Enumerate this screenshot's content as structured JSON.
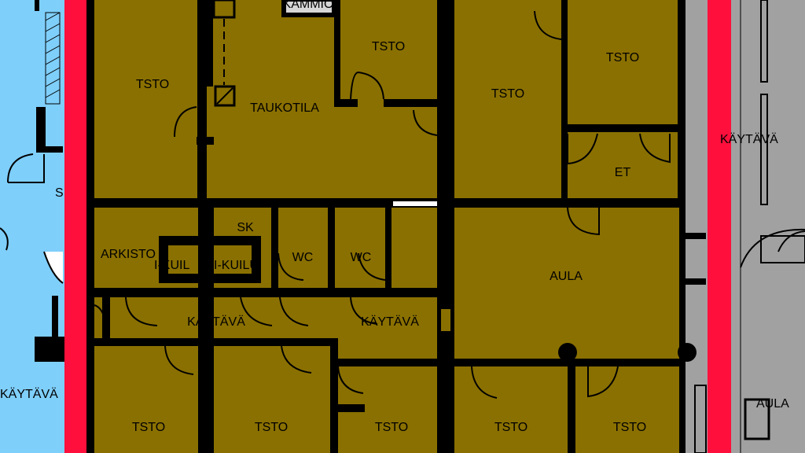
{
  "colors": {
    "left_zone": "#7fcffb",
    "highlight_border": "#ff0f3c",
    "rooms_fill": "#8a7000",
    "right_zone": "#a1a1a1",
    "walls": "#000000"
  },
  "labels": {
    "tsto_top_left": "TSTO",
    "kammio_top": "KAMMIO",
    "tsto_top_mid": "TSTO",
    "tsto_top_center": "TSTO",
    "tsto_top_right": "TSTO",
    "taukotila": "TAUKOTILA",
    "et": "ET",
    "sk": "SK",
    "arkisto": "ARKISTO",
    "kuilu_1": "I-KUIL",
    "kuilu_2": "I-KUILU",
    "wc_1": "WC",
    "wc_2": "WC",
    "aula_main": "AULA",
    "kaytava_left": "KÄYTÄVÄ",
    "kaytava_mid": "KÄYTÄVÄ",
    "tsto_bottom_1": "TSTO",
    "tsto_bottom_2": "TSTO",
    "tsto_bottom_3": "TSTO",
    "tsto_bottom_4": "TSTO",
    "tsto_bottom_5": "TSTO",
    "side_kaytava_left": "KÄYTÄVÄ",
    "side_s_left": "S",
    "side_kaytava_right": "KÄYTÄVÄ",
    "side_aula_right": "AULA"
  }
}
